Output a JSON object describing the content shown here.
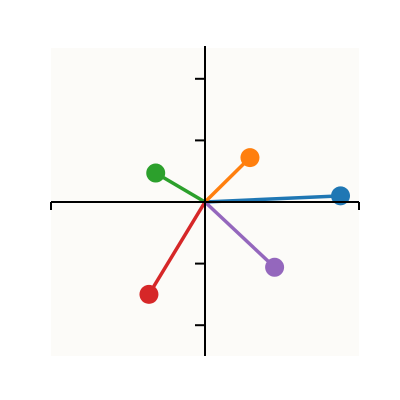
{
  "chart_data": {
    "type": "scatter",
    "xlim": [
      -2.5,
      2.5
    ],
    "ylim": [
      -2.5,
      2.5
    ],
    "x_ticks": [
      -2.5,
      2.5
    ],
    "y_ticks": [
      -2,
      -1,
      1,
      2
    ],
    "grid": false,
    "background": "#fcfbf8",
    "series": [
      {
        "x": 2.2,
        "y": 0.1,
        "color": "#1f77b4"
      },
      {
        "x": 0.73,
        "y": 0.72,
        "color": "#ff7f0e"
      },
      {
        "x": -0.8,
        "y": 0.47,
        "color": "#2ca02c"
      },
      {
        "x": -0.91,
        "y": -1.5,
        "color": "#d62728"
      },
      {
        "x": 1.13,
        "y": -1.06,
        "color": "#9467bd"
      }
    ]
  }
}
